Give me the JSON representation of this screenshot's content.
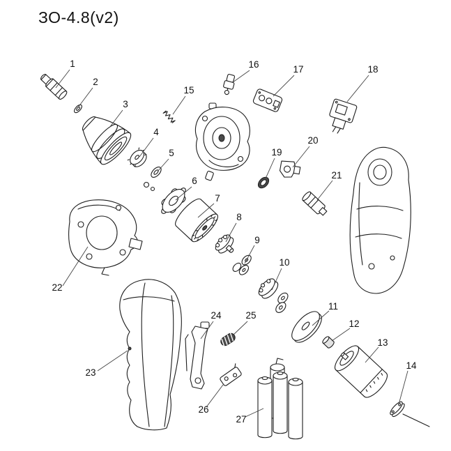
{
  "title": "ЗО-4.8(v2)",
  "diagram_type": "exploded-parts-diagram",
  "parts": [
    {
      "label": "1"
    },
    {
      "label": "2"
    },
    {
      "label": "3"
    },
    {
      "label": "4"
    },
    {
      "label": "5"
    },
    {
      "label": "6"
    },
    {
      "label": "7"
    },
    {
      "label": "8"
    },
    {
      "label": "9"
    },
    {
      "label": "10"
    },
    {
      "label": "11"
    },
    {
      "label": "12"
    },
    {
      "label": "13"
    },
    {
      "label": "14"
    },
    {
      "label": "15"
    },
    {
      "label": "16"
    },
    {
      "label": "17"
    },
    {
      "label": "18"
    },
    {
      "label": "19"
    },
    {
      "label": "20"
    },
    {
      "label": "21"
    },
    {
      "label": "22"
    },
    {
      "label": "23"
    },
    {
      "label": "24"
    },
    {
      "label": "25"
    },
    {
      "label": "26"
    },
    {
      "label": "27"
    }
  ]
}
